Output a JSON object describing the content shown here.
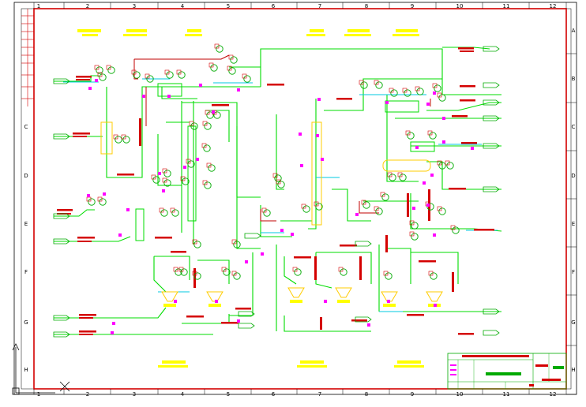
{
  "colors": {
    "border": "#d40000",
    "pipe_main": "#00dd00",
    "pipe_steam": "#c00000",
    "pipe_water": "#00c8e0",
    "tag_bar": "#d40000",
    "label_block": "#ffff00",
    "valve": "#ff00ff",
    "instrument": "#00aa00",
    "title_block": "#00aa00",
    "frame": "#000000"
  },
  "grid": {
    "columns": [
      "1",
      "2",
      "3",
      "4",
      "5",
      "6",
      "7",
      "8",
      "9",
      "10",
      "11",
      "12"
    ],
    "rows": [
      "A",
      "B",
      "C",
      "D",
      "E",
      "F",
      "G",
      "H"
    ]
  },
  "icons": [
    "axis-indicator-icon",
    "cross-mark-icon",
    "ucs-icon"
  ]
}
